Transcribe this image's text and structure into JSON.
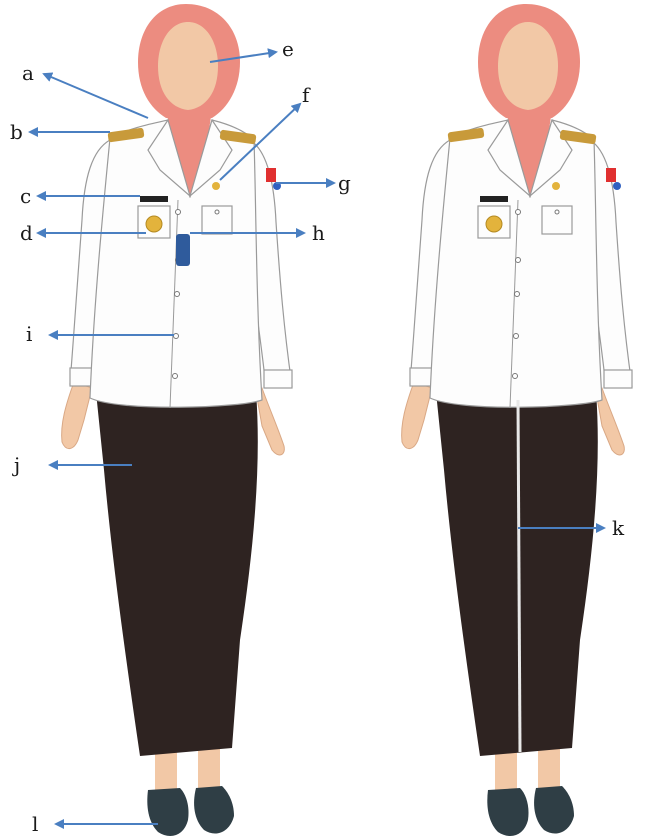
{
  "colors": {
    "hijab": "#ec8c80",
    "hijab_shadow": "#d9766b",
    "skin": "#f2c8a6",
    "skin_shadow": "#e3ad88",
    "shirt": "#fdfdfd",
    "shirt_outline": "#9a9a9a",
    "skirt": "#2e2321",
    "skirt_slit": "#e8e8e8",
    "shoe": "#2f3e45",
    "arrow": "#4a7fc1",
    "epaulette": "#c89a3a",
    "badge_gold": "#e3b33c",
    "lanyard_card": "#2f5b9c",
    "flag_red": "#e03030",
    "flag_blue": "#3060c0"
  },
  "figures": [
    {
      "name": "figure-front-left",
      "slit": false
    },
    {
      "name": "figure-front-right",
      "slit": true
    }
  ],
  "labels": [
    {
      "id": "a",
      "text": "a"
    },
    {
      "id": "b",
      "text": "b"
    },
    {
      "id": "c",
      "text": "c"
    },
    {
      "id": "d",
      "text": "d"
    },
    {
      "id": "e",
      "text": "e"
    },
    {
      "id": "f",
      "text": "f"
    },
    {
      "id": "g",
      "text": "g"
    },
    {
      "id": "h",
      "text": "h"
    },
    {
      "id": "i",
      "text": "i"
    },
    {
      "id": "j",
      "text": "j"
    },
    {
      "id": "k",
      "text": "k"
    },
    {
      "id": "l",
      "text": "l"
    }
  ]
}
